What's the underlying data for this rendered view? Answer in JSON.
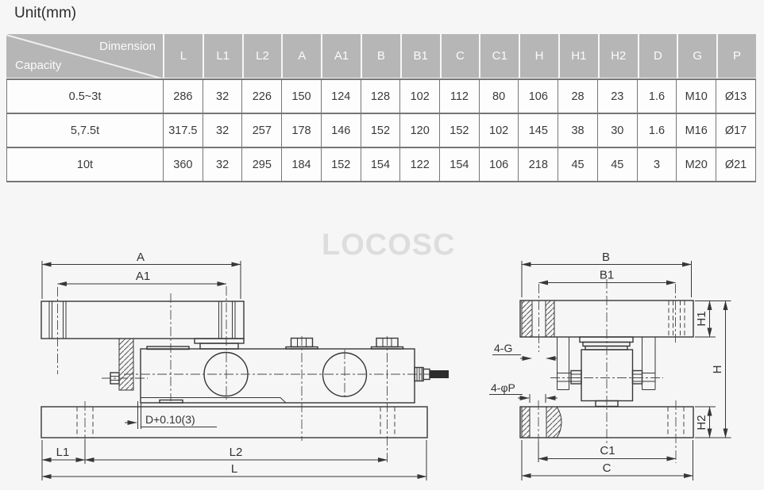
{
  "page": {
    "title": "Unit(mm)",
    "watermark": "LOCOSC"
  },
  "table": {
    "corner": {
      "top_label": "Dimension",
      "bottom_label": "Capacity"
    },
    "columns": [
      "L",
      "L1",
      "L2",
      "A",
      "A1",
      "B",
      "B1",
      "C",
      "C1",
      "H",
      "H1",
      "H2",
      "D",
      "G",
      "P"
    ],
    "rows": [
      {
        "capacity": "0.5~3t",
        "values": [
          "286",
          "32",
          "226",
          "150",
          "124",
          "128",
          "102",
          "112",
          "80",
          "106",
          "28",
          "23",
          "1.6",
          "M10",
          "Ø13"
        ]
      },
      {
        "capacity": "5,7.5t",
        "values": [
          "317.5",
          "32",
          "257",
          "178",
          "146",
          "152",
          "120",
          "152",
          "102",
          "145",
          "38",
          "30",
          "1.6",
          "M16",
          "Ø17"
        ]
      },
      {
        "capacity": "10t",
        "values": [
          "360",
          "32",
          "295",
          "184",
          "152",
          "154",
          "122",
          "154",
          "106",
          "218",
          "45",
          "45",
          "3",
          "M20",
          "Ø21"
        ]
      }
    ]
  },
  "drawings": {
    "side_view": {
      "labels": {
        "A": "A",
        "A1": "A1",
        "L": "L",
        "L1": "L1",
        "L2": "L2",
        "D": "D+0.10(3)"
      }
    },
    "end_view": {
      "labels": {
        "B": "B",
        "B1": "B1",
        "C": "C",
        "C1": "C1",
        "H": "H",
        "H1": "H1",
        "H2": "H2",
        "G": "4-G",
        "P": "4-φP"
      }
    }
  },
  "colors": {
    "header_bg": "#b6b6b6",
    "line": "#373737",
    "watermark": "#dddddd"
  }
}
